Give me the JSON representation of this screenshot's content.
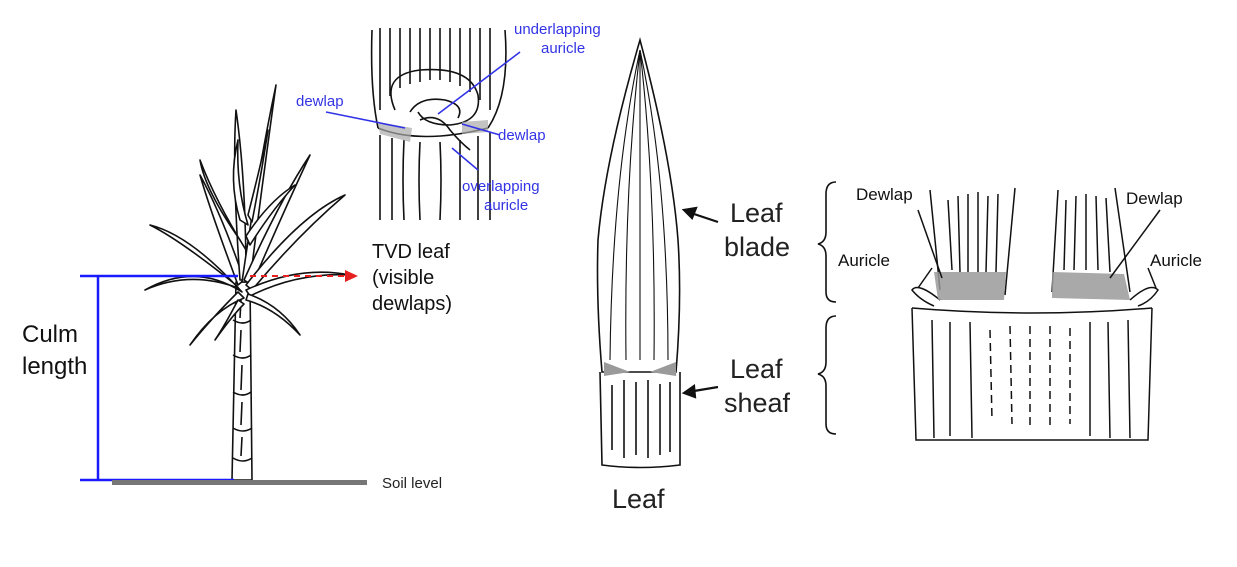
{
  "plant": {
    "culm_label_1": "Culm",
    "culm_label_2": "length",
    "soil_label": "Soil level"
  },
  "tvd": {
    "label_1": "TVD leaf",
    "label_2": "(visible",
    "label_3": "dewlaps)",
    "underlapping_1": "underlapping",
    "underlapping_2": "auricle",
    "dewlap_left": "dewlap",
    "dewlap_right": "dewlap",
    "overlapping_1": "overlapping",
    "overlapping_2": "auricle"
  },
  "leaf": {
    "blade_1": "Leaf",
    "blade_2": "blade",
    "sheaf_1": "Leaf",
    "sheaf_2": "sheaf",
    "caption": "Leaf"
  },
  "detail": {
    "dewlap_left": "Dewlap",
    "dewlap_right": "Dewlap",
    "auricle_left": "Auricle",
    "auricle_right": "Auricle"
  },
  "colors": {
    "annotation_blue": "#3333e6",
    "culm_line_blue": "#1a1aff",
    "arrow_red": "#e62020",
    "soil_gray": "#777777"
  }
}
